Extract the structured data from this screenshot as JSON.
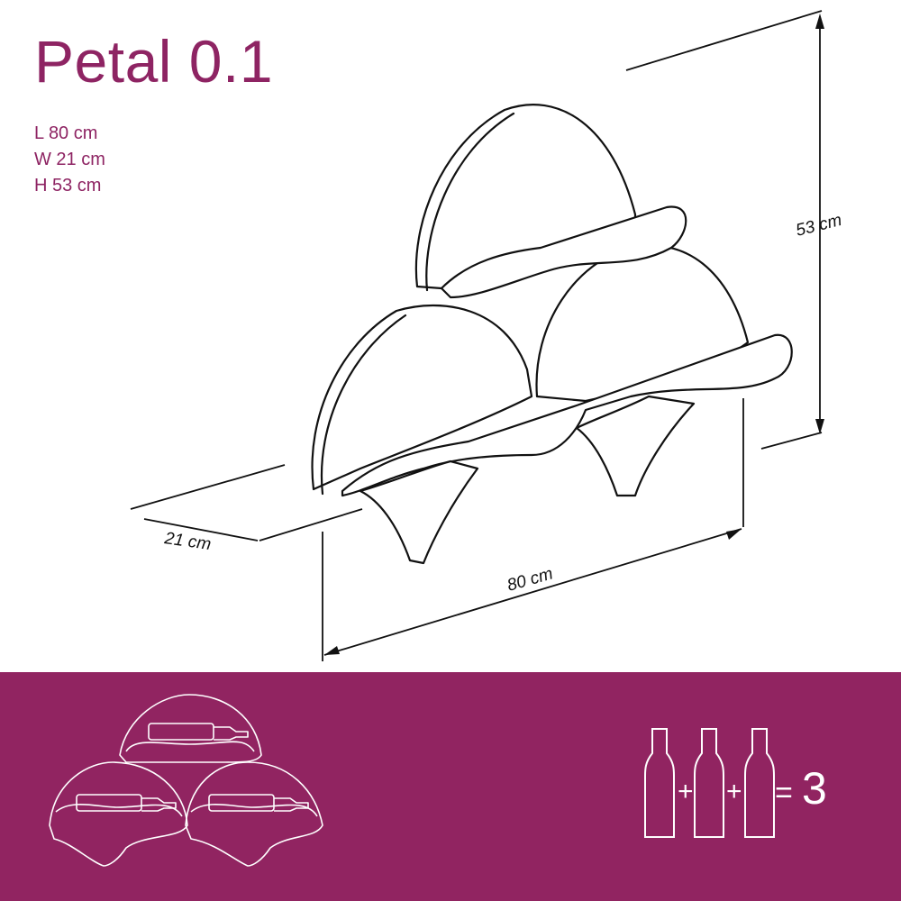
{
  "product": {
    "title": "Petal 0.1",
    "dims": {
      "length": "L 80 cm",
      "width": "W 21 cm",
      "height": "H 53 cm"
    }
  },
  "drawing": {
    "height_label": "53 cm",
    "width_label": "21 cm",
    "length_label": "80 cm"
  },
  "footer": {
    "bottle_count": "3",
    "plus_sign": "+",
    "equals_sign": "=",
    "colors": {
      "background": "#912461",
      "line": "#ffffff"
    }
  },
  "colors": {
    "accent": "#8e2463",
    "line": "#111111"
  }
}
